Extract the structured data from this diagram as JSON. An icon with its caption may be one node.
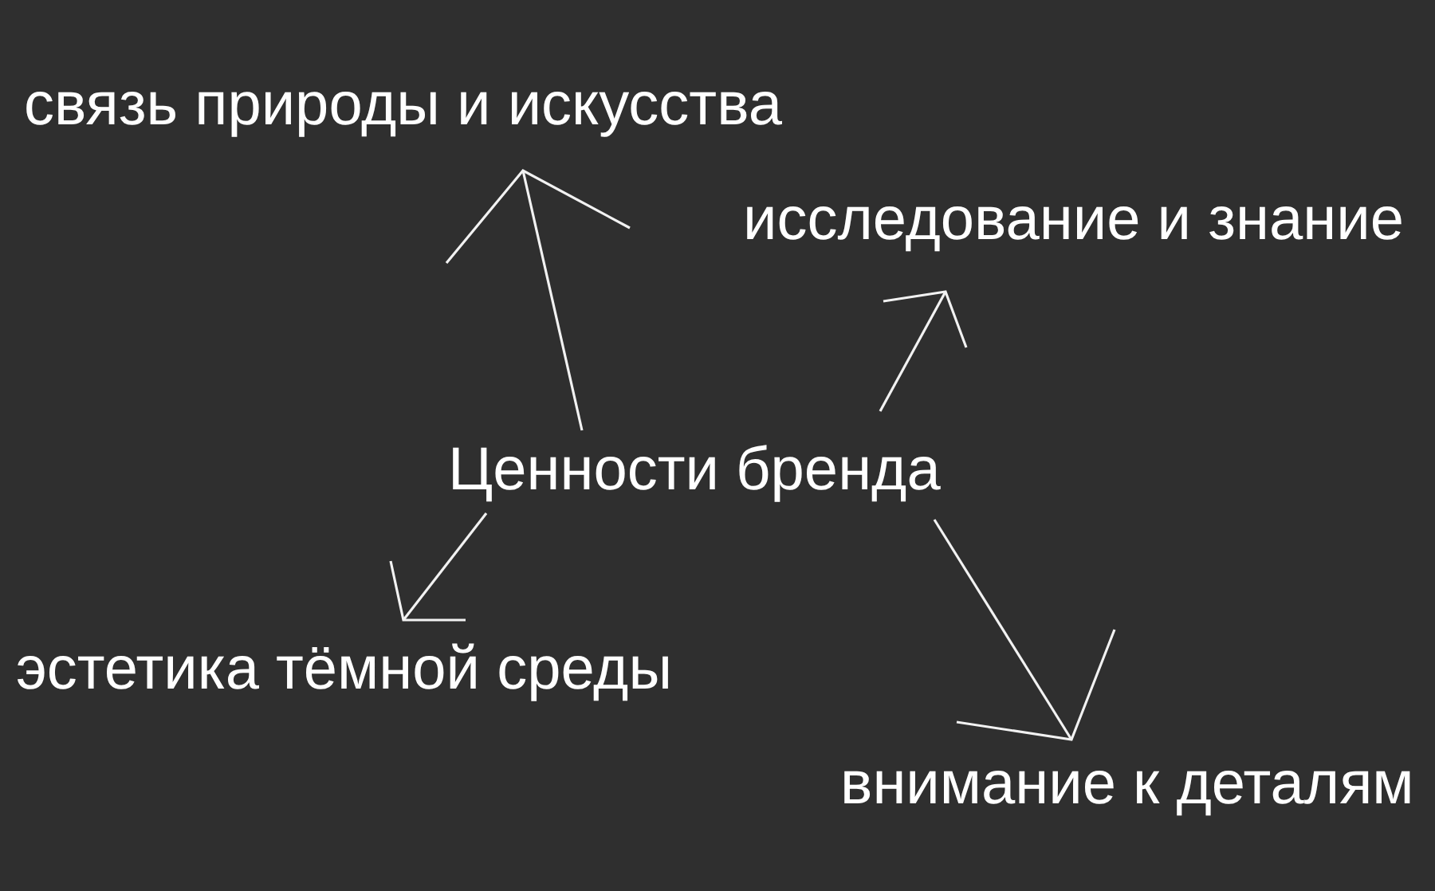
{
  "diagram": {
    "nodes": [
      {
        "text": [
          "связь природы и искусства"
        ]
      },
      {
        "text": [
          "исследование и знание"
        ]
      },
      {
        "text": [
          "Ценности бренда"
        ]
      },
      {
        "text": [
          "эстетика тёмной среды"
        ]
      },
      {
        "text": [
          "внимание к деталям"
        ]
      }
    ],
    "edges": [
      {
        "from": 2,
        "to": 0,
        "arrow": "to"
      },
      {
        "from": 2,
        "to": 1,
        "arrow": "to"
      },
      {
        "from": 2,
        "to": 3,
        "arrow": "to"
      },
      {
        "from": 2,
        "to": 4,
        "arrow": "to"
      }
    ]
  }
}
